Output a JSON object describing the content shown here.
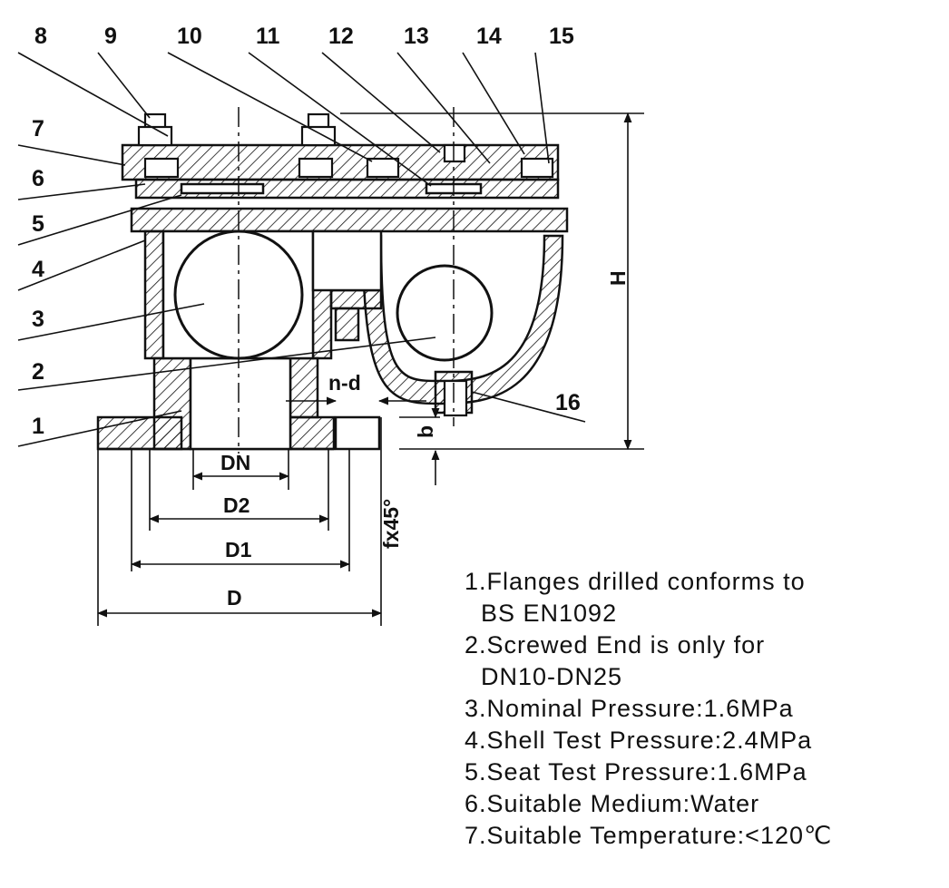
{
  "part_numbers": [
    "1",
    "2",
    "3",
    "4",
    "5",
    "6",
    "7",
    "8",
    "9",
    "10",
    "11",
    "12",
    "13",
    "14",
    "15",
    "16"
  ],
  "dimensions": {
    "dn": "DN",
    "d2": "D2",
    "d1": "D1",
    "d": "D",
    "h": "H",
    "nd": "n-d",
    "b": "b",
    "chamfer": "fx45°"
  },
  "notes": [
    {
      "first": "1.Flanges drilled conforms to",
      "cont": "BS EN1092"
    },
    {
      "first": "2.Screwed End is only for",
      "cont": "DN10-DN25"
    },
    {
      "first": "3.Nominal Pressure:1.6MPa"
    },
    {
      "first": "4.Shell Test Pressure:2.4MPa"
    },
    {
      "first": "5.Seat Test Pressure:1.6MPa"
    },
    {
      "first": "6.Suitable Medium:Water"
    },
    {
      "first": "7.Suitable Temperature:<120℃"
    }
  ]
}
